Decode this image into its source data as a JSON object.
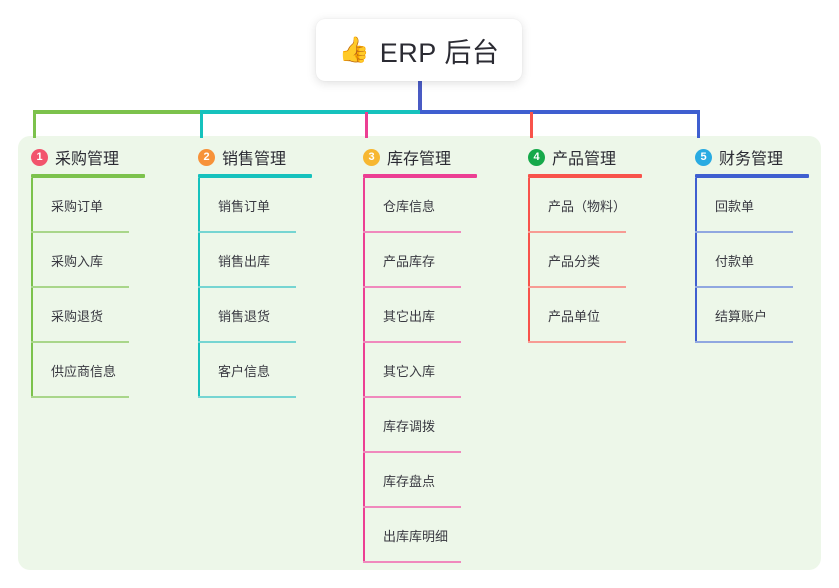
{
  "root": {
    "emoji": "👍",
    "icon_name": "thumbs-up-emoji",
    "title": "ERP 后台"
  },
  "panel": {
    "background": "#edf7e9"
  },
  "stem_color": "#4a5bc4",
  "columns": [
    {
      "number": "1",
      "title": "采购管理",
      "color": "#7cc24c",
      "badge_color": "#f2546d",
      "leaf_color": "#a9d68a",
      "items": [
        "采购订单",
        "采购入库",
        "采购退货",
        "供应商信息"
      ]
    },
    {
      "number": "2",
      "title": "销售管理",
      "color": "#16c2bd",
      "badge_color": "#f79239",
      "leaf_color": "#76d5d2",
      "items": [
        "销售订单",
        "销售出库",
        "销售退货",
        "客户信息"
      ]
    },
    {
      "number": "3",
      "title": "库存管理",
      "color": "#ec3f93",
      "badge_color": "#f7b731",
      "leaf_color": "#f089bd",
      "items": [
        "仓库信息",
        "产品库存",
        "其它出库",
        "其它入库",
        "库存调拨",
        "库存盘点",
        "出库库明细"
      ]
    },
    {
      "number": "4",
      "title": "产品管理",
      "color": "#f8534b",
      "badge_color": "#16a94a",
      "leaf_color": "#f79b94",
      "items": [
        "产品（物料）",
        "产品分类",
        "产品单位"
      ]
    },
    {
      "number": "5",
      "title": "财务管理",
      "color": "#3f5fd0",
      "badge_color": "#29abe2",
      "leaf_color": "#90a7e0",
      "items": [
        "回款单",
        "付款单",
        "结算账户"
      ]
    }
  ]
}
